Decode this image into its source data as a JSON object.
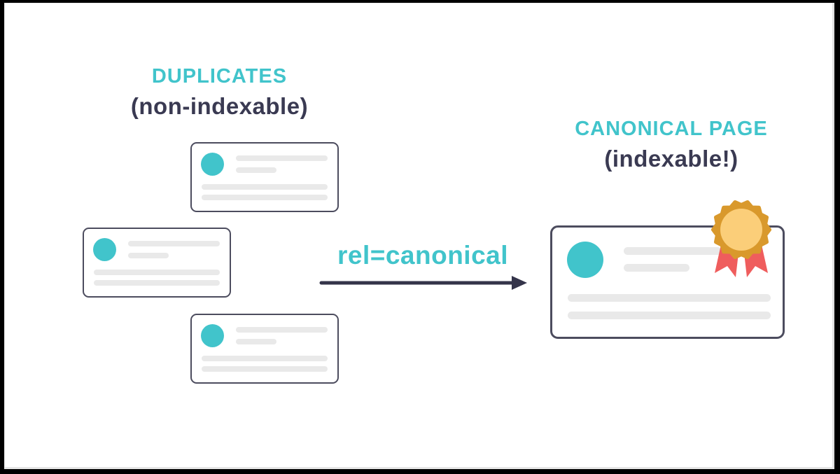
{
  "colors": {
    "frame": "#000000",
    "stage_bg": "#ffffff",
    "teal": "#41C4CB",
    "navy": "#3A3A52",
    "arrow": "#34344A",
    "card_border": "#4C4C5E",
    "placeholder_gray": "#E9E9E9",
    "badge_gold": "#D9992C",
    "badge_gold_light": "#FBCE79",
    "ribbon_red": "#EF5D5D"
  },
  "duplicates_group": {
    "title": "DUPLICATES",
    "subtitle": "(non-indexable)",
    "card_count": 3
  },
  "canonical_group": {
    "title": "CANONICAL PAGE",
    "subtitle": "(indexable!)"
  },
  "relation": {
    "label": "rel=canonical",
    "arrow_icon": "arrow-right-icon"
  },
  "badge_icon": "award-ribbon-icon"
}
